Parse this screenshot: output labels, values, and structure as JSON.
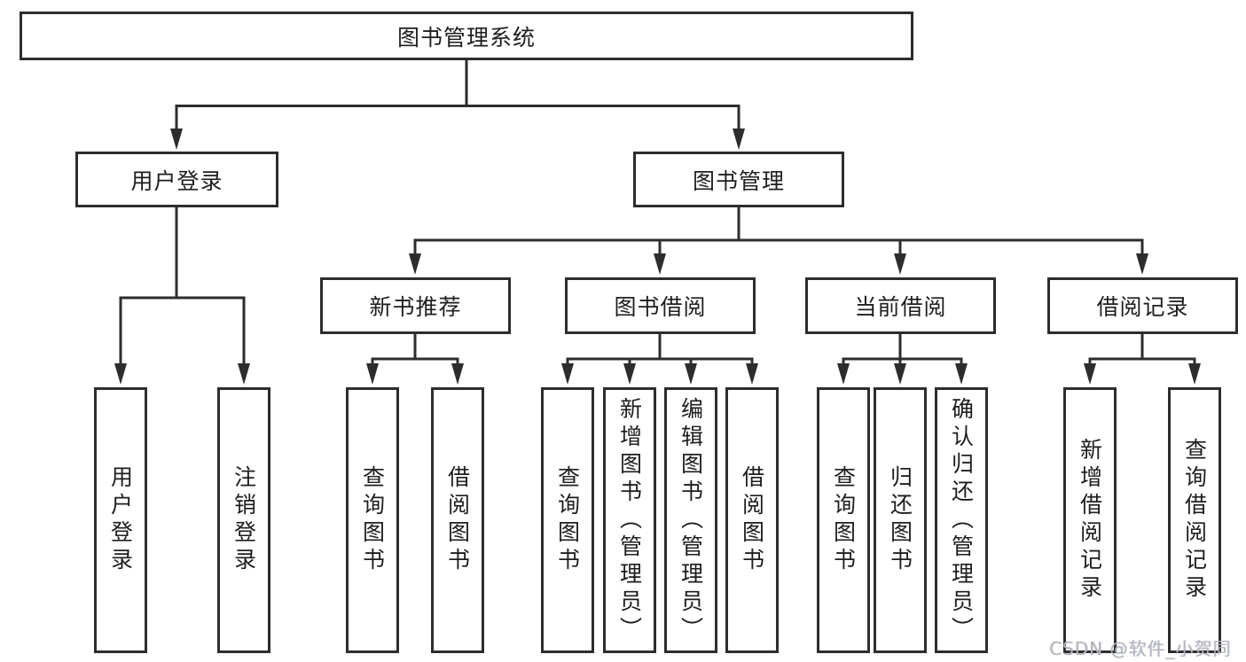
{
  "tree": {
    "root": "图书管理系统",
    "user_login": {
      "label": "用户登录",
      "leaves": [
        "用户登录",
        "注销登录"
      ]
    },
    "book_mgmt": {
      "label": "图书管理",
      "sections": [
        {
          "label": "新书推荐",
          "leaves": [
            "查询图书",
            "借阅图书"
          ]
        },
        {
          "label": "图书借阅",
          "leaves": [
            "查询图书",
            "新增图书（管理员）",
            "编辑图书（管理员）",
            "借阅图书"
          ]
        },
        {
          "label": "当前借阅",
          "leaves": [
            "查询图书",
            "归还图书",
            "确认归还（管理员）"
          ]
        },
        {
          "label": "借阅记录",
          "leaves": [
            "新增借阅记录",
            "查询借阅记录"
          ]
        }
      ]
    }
  },
  "watermark": {
    "text": "CSDN @软件_小贺同学"
  },
  "colors": {
    "line": "#2d2d2d",
    "text": "#1e1e1e",
    "background": "#ffffff",
    "watermark": "#b4b4b8"
  }
}
